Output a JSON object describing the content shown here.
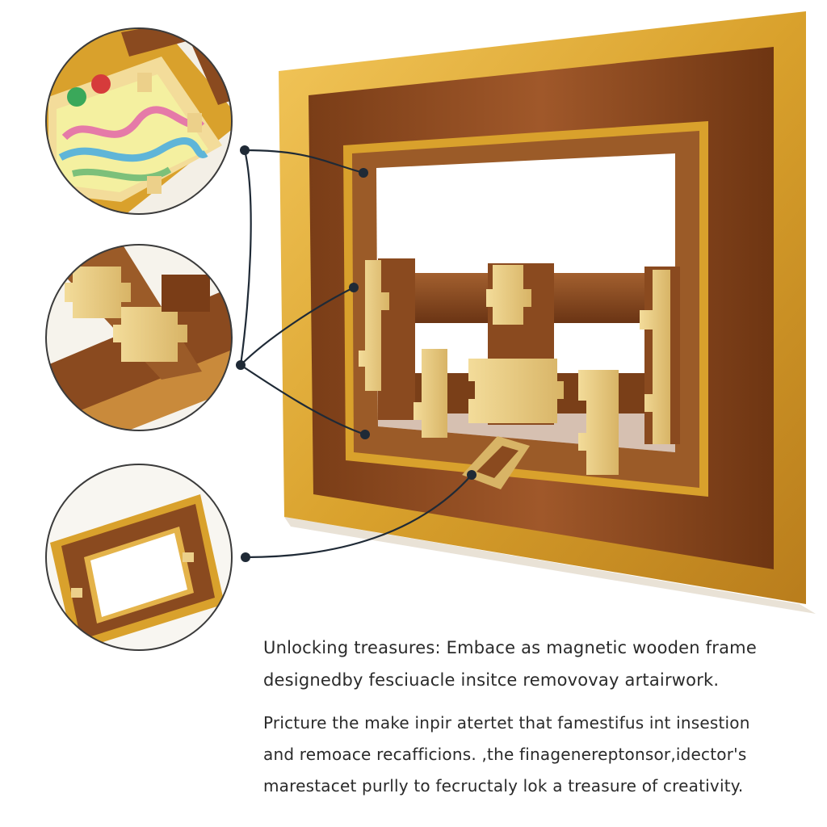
{
  "caption": {
    "headline_line1": "Unlocking treasures: Embace as magnetic wooden frame",
    "headline_line2": "designedby fesciuacle insitce removovay artairwork.",
    "body_line1": "Pricture the make inpir atertet that famestifus int insestion",
    "body_line2": "and remoace recafficions. ,the finagenereptonsor,idector's",
    "body_line3": "marestacet purlly to fecructaly lok a treasure of creativity."
  },
  "colors": {
    "background": "#ffffff",
    "frame_outer": "#d9a12c",
    "frame_wood": "#8a4a1f",
    "puzzle_piece": "#ecd08a",
    "callout_line": "#1f2a36"
  },
  "icons": {
    "detail_artwork": "child-artwork-tray-icon",
    "detail_joint": "puzzle-joint-icon",
    "detail_small_frame": "mini-frame-icon"
  }
}
